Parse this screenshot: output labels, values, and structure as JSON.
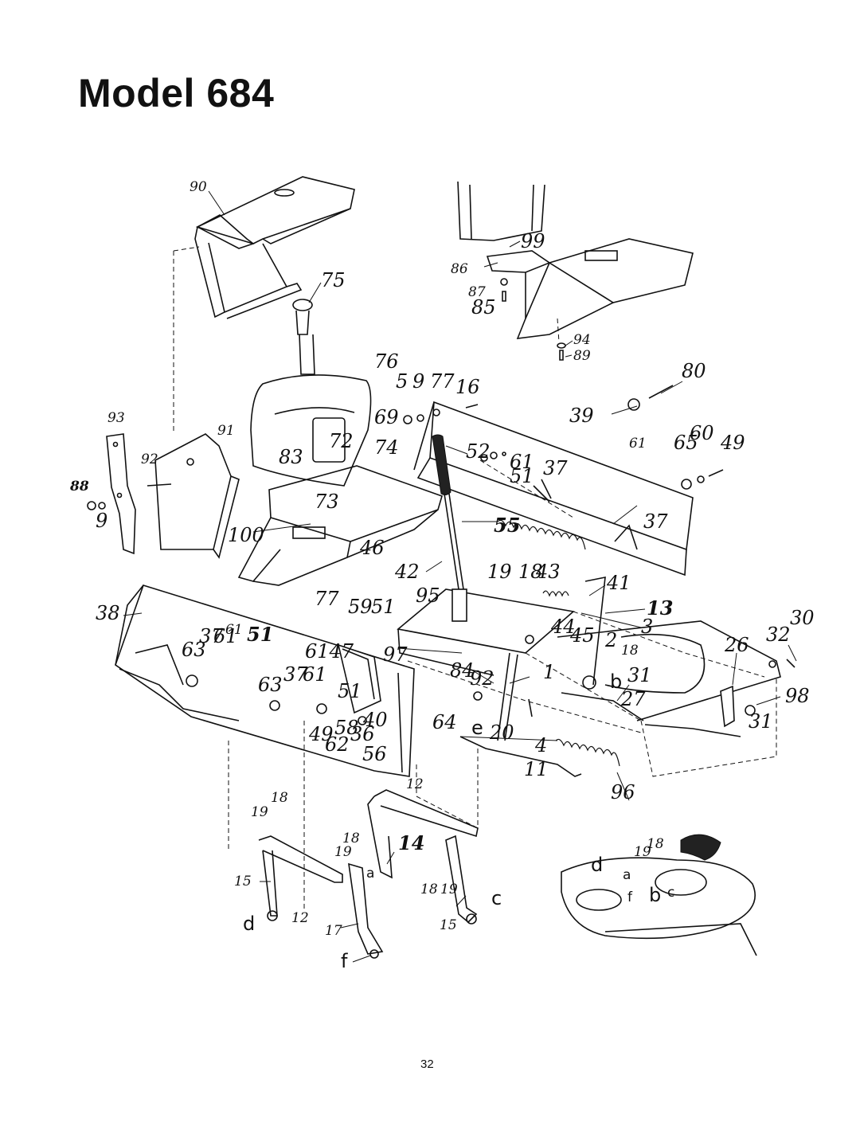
{
  "title": "Model 684",
  "page_number": "32",
  "labels": [
    "90",
    "75",
    "99",
    "86",
    "87",
    "85",
    "94",
    "89",
    "80",
    "76",
    "5",
    "9",
    "77",
    "16",
    "93",
    "91",
    "92",
    "88",
    "9",
    "83",
    "72",
    "69",
    "74",
    "39",
    "61",
    "65",
    "60",
    "49",
    "52",
    "61",
    "51",
    "37",
    "73",
    "100",
    "46",
    "55",
    "37",
    "42",
    "19",
    "18",
    "43",
    "41",
    "95",
    "13",
    "3",
    "38",
    "77",
    "59",
    "51",
    "37",
    "61",
    "61",
    "51",
    "63",
    "6147",
    "30",
    "32",
    "26",
    "44",
    "45",
    "2",
    "18",
    "97",
    "84",
    "92",
    "1",
    "31",
    "b",
    "37",
    "61",
    "63",
    "51",
    "40",
    "36",
    "49",
    "58",
    "62",
    "56",
    "27",
    "98",
    "64",
    "e",
    "20",
    "4",
    "31",
    "11",
    "96",
    "12",
    "19",
    "18",
    "18",
    "19",
    "14",
    "18",
    "19",
    "c",
    "15",
    "d",
    "12",
    "15",
    "17",
    "f",
    "a",
    "19",
    "18",
    "d",
    "a",
    "f",
    "b",
    "c"
  ]
}
